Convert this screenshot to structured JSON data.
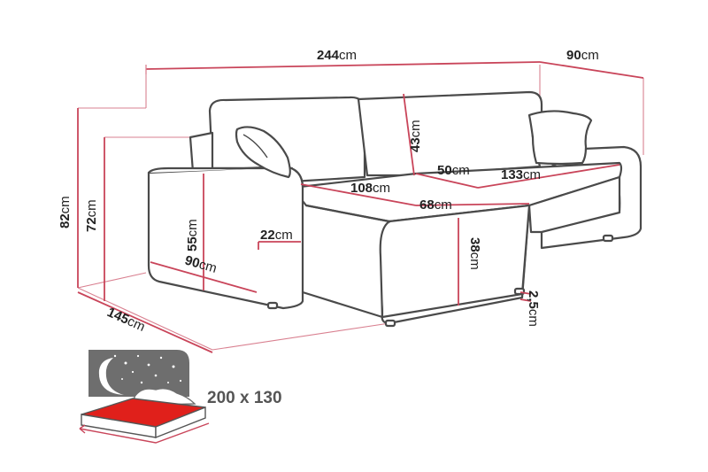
{
  "dimensions": {
    "overall_width": "244",
    "overall_width_unit": "cm",
    "chaise_depth": "90",
    "chaise_depth_unit": "cm",
    "total_height": "82",
    "total_height_unit": "cm",
    "armrest_height": "72",
    "armrest_height_unit": "cm",
    "depth": "145",
    "depth_unit": "cm",
    "backrest_height": "43",
    "backrest_height_unit": "cm",
    "seat_depth_back": "50",
    "seat_depth_back_unit": "cm",
    "chaise_length": "133",
    "chaise_length_unit": "cm",
    "seat_width": "108",
    "seat_width_unit": "cm",
    "chaise_width": "68",
    "chaise_width_unit": "cm",
    "arm_inner_height": "55",
    "arm_inner_height_unit": "cm",
    "arm_width": "22",
    "arm_width_unit": "cm",
    "arm_depth": "90",
    "arm_depth_unit": "cm",
    "seat_height": "38",
    "seat_height_unit": "cm",
    "leg_height": "2,5",
    "leg_height_unit": "cm"
  },
  "bed_size": "200 x 130",
  "colors": {
    "dimension_line": "#c9455a",
    "outline": "#4a4a4a",
    "bed_fill": "#e0201b",
    "night_sky": "#6e6e6e"
  },
  "icons": [
    "moon-icon",
    "stars-icon",
    "pillow-icon",
    "bed-icon"
  ]
}
